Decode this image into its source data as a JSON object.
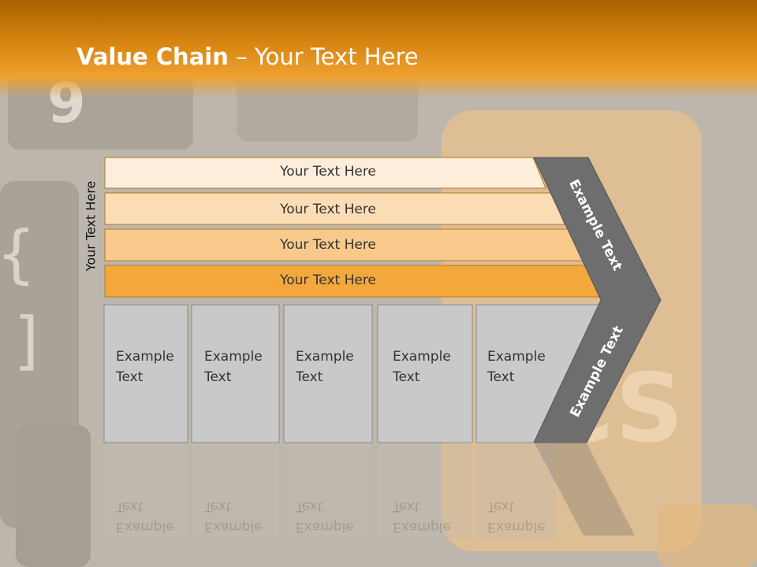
{
  "slide": {
    "title_bold": "Value Chain",
    "title_rest": " – Your Text Here",
    "side_label": "Your Text Here"
  },
  "bars": [
    {
      "label": "Your Text Here",
      "color": "#fdeedc"
    },
    {
      "label": "Your Text Here",
      "color": "#fbdcb4"
    },
    {
      "label": "Your Text Here",
      "color": "#f9c98c"
    },
    {
      "label": "Your Text Here",
      "color": "#f4a83c"
    }
  ],
  "columns": [
    {
      "line1": "Example",
      "line2": "Text"
    },
    {
      "line1": "Example",
      "line2": "Text"
    },
    {
      "line1": "Example",
      "line2": "Text"
    },
    {
      "line1": "Example",
      "line2": "Text"
    },
    {
      "line1": "Example",
      "line2": "Text"
    }
  ],
  "chevron": {
    "upper_text": "Example Text",
    "lower_text": "Example Text",
    "color": "#6e6e6e"
  },
  "colors": {
    "column_fill": "#c9c9c9",
    "column_border": "#8c8c8c",
    "bar_border": "#b07a28",
    "accent": "#e8961e"
  }
}
